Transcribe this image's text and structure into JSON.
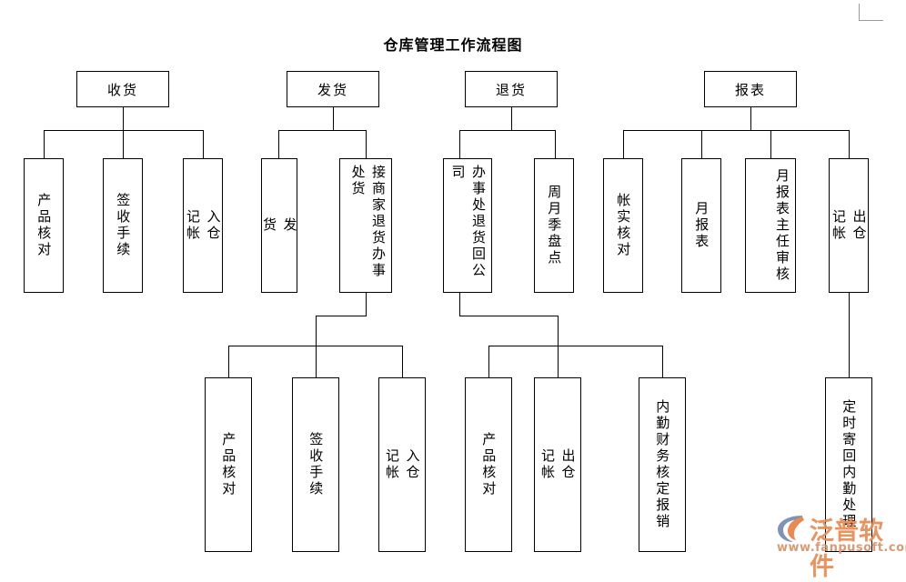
{
  "page": {
    "title": "仓库管理工作流程图",
    "corner_mark": "margin-corner-guide"
  },
  "colors": {
    "line": "#000000",
    "box_border": "#000000",
    "box_fill": "#ffffff",
    "text": "#000000",
    "logo_orange": "#e88a52",
    "logo_blue": "#7f93b5",
    "corner_guide": "#9a9a9a"
  },
  "branches": [
    {
      "key": "receiving",
      "root": {
        "label": "收货"
      },
      "children": [
        {
          "label": "产品核对"
        },
        {
          "label": "签收手续"
        },
        {
          "label": "入仓\n记帐"
        }
      ]
    },
    {
      "key": "shipping",
      "root": {
        "label": "发货"
      },
      "children": [
        {
          "label": "发\n货"
        },
        {
          "label_col_right": "事接商退",
          "label_col_left": "办处货家货",
          "label": "接商家退货办事处货"
        }
      ],
      "sub": {
        "parent_index": 1,
        "children": [
          {
            "label": "产品核对"
          },
          {
            "label": "签收手续"
          },
          {
            "label": "入仓\n记帐"
          }
        ]
      }
    },
    {
      "key": "returns",
      "root": {
        "label": "退货"
      },
      "children": [
        {
          "label_col_right": "事退回司",
          "label_col_left": "办处货公",
          "label": "办事处退货回公司"
        },
        {
          "label": "周月季盘点"
        }
      ],
      "sub": {
        "parent_index": 0,
        "children": [
          {
            "label": "产品核对"
          },
          {
            "label": "出仓\n记帐"
          },
          {
            "label": "内勤财务核定报销"
          }
        ]
      }
    },
    {
      "key": "reports",
      "root": {
        "label": "报表"
      },
      "children": [
        {
          "label": "帐实核对"
        },
        {
          "label": "月报表"
        },
        {
          "label_col_right": "报主审",
          "label_col_left": "月表任核",
          "label": "月报表主任审核"
        },
        {
          "label": "出仓\n记帐"
        }
      ],
      "sub": {
        "parent_index": 3,
        "children": [
          {
            "label": "定时寄回内勤处理"
          }
        ]
      }
    }
  ],
  "watermark": {
    "brand": "泛普软件",
    "url": "www.fanpusoft.com",
    "mark": "fanpu-logo-icon"
  }
}
